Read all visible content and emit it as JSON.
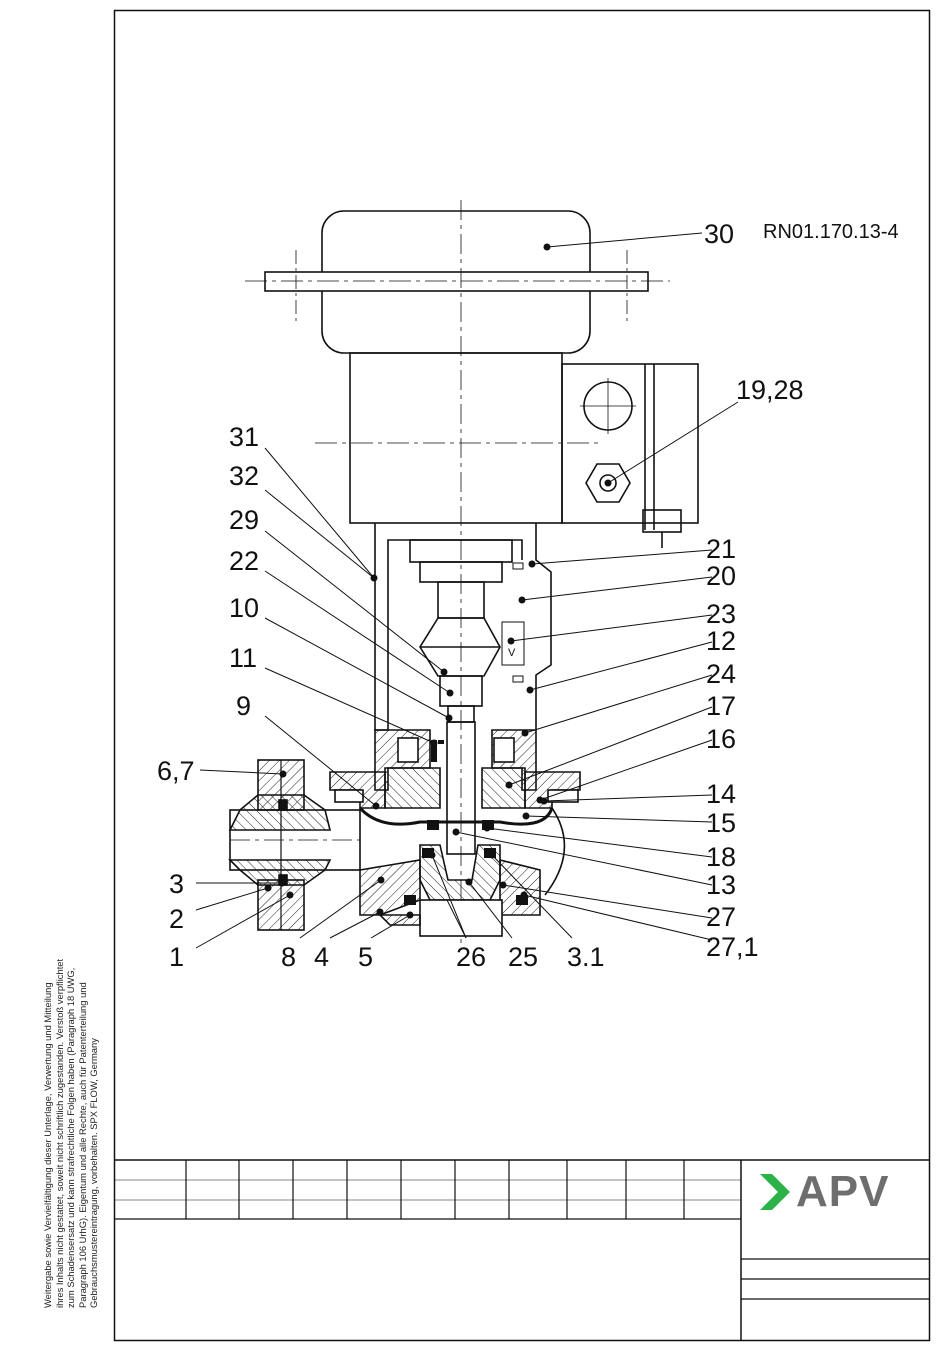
{
  "drawing": {
    "document_number": "RN01.170.13-4",
    "callouts": [
      {
        "id": "c30",
        "label": "30"
      },
      {
        "id": "c1928",
        "label": "19,28"
      },
      {
        "id": "c31",
        "label": "31"
      },
      {
        "id": "c32",
        "label": "32"
      },
      {
        "id": "c29",
        "label": "29"
      },
      {
        "id": "c22",
        "label": "22"
      },
      {
        "id": "c10",
        "label": "10"
      },
      {
        "id": "c11",
        "label": "11"
      },
      {
        "id": "c9",
        "label": "9"
      },
      {
        "id": "c67",
        "label": "6,7"
      },
      {
        "id": "c3",
        "label": "3"
      },
      {
        "id": "c2",
        "label": "2"
      },
      {
        "id": "c1",
        "label": "1"
      },
      {
        "id": "c8",
        "label": "8"
      },
      {
        "id": "c4",
        "label": "4"
      },
      {
        "id": "c5",
        "label": "5"
      },
      {
        "id": "c26",
        "label": "26"
      },
      {
        "id": "c25",
        "label": "25"
      },
      {
        "id": "c31b",
        "label": "3.1"
      },
      {
        "id": "c21",
        "label": "21"
      },
      {
        "id": "c20",
        "label": "20"
      },
      {
        "id": "c23",
        "label": "23"
      },
      {
        "id": "c12",
        "label": "12"
      },
      {
        "id": "c24",
        "label": "24"
      },
      {
        "id": "c17",
        "label": "17"
      },
      {
        "id": "c16",
        "label": "16"
      },
      {
        "id": "c14",
        "label": "14"
      },
      {
        "id": "c15",
        "label": "15"
      },
      {
        "id": "c18",
        "label": "18"
      },
      {
        "id": "c13",
        "label": "13"
      },
      {
        "id": "c27",
        "label": "27"
      },
      {
        "id": "c271",
        "label": "27,1"
      }
    ],
    "marker_v": "V"
  },
  "legal_notice": [
    "Weitergabe sowie Vervielfältigung dieser Unterlage, Verwertung und Mitteilung",
    "ihres Inhalts nicht gestattet, soweit nicht schriftlich zugestanden. Verstoß verpflichtet",
    "zum Schadensersatz und kann strafrechtliche Folgen haben (Paragraph 18 UWG,",
    "Paragraph 106 UrhG). Eigentum und alle Rechte, auch für Patenterteilung und",
    "Gebrauchsmustereintragung, vorbehalten. SPX FLOW, Germany"
  ],
  "logo": {
    "text": "APV",
    "chevron_color": "#2bb34a",
    "text_color": "#6e6e6e"
  }
}
